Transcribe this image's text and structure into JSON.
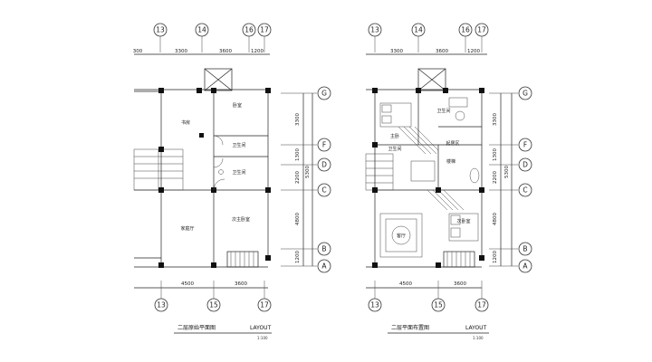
{
  "plans": [
    {
      "top_axes": [
        "13",
        "14",
        "16",
        "17"
      ],
      "top_dims": [
        "300",
        "3300",
        "3600",
        "1200"
      ],
      "bottom_axes": [
        "13",
        "15",
        "17"
      ],
      "bottom_dims": [
        "4500",
        "3600"
      ],
      "rooms": [
        "书房",
        "卧室",
        "卫生间",
        "卫生间",
        "家庭厅",
        "次主卧室"
      ],
      "title": "二层原始平面图",
      "layout_label": "LAYOUT",
      "scale": "1:100"
    },
    {
      "top_axes": [
        "13",
        "14",
        "16",
        "17"
      ],
      "top_dims": [
        "3300",
        "3600",
        "1200"
      ],
      "bottom_axes": [
        "13",
        "15",
        "17"
      ],
      "bottom_dims": [
        "4500",
        "3600"
      ],
      "rooms": [
        "卫生间",
        "主卧",
        "卫生间",
        "起居区",
        "楼梯",
        "客厅",
        "次卧室"
      ],
      "title": "二层平面布置图",
      "layout_label": "LAYOUT",
      "scale": "1:100"
    }
  ],
  "right_axes": [
    "G",
    "F",
    "D",
    "C",
    "B",
    "A"
  ],
  "right_dims": [
    "3300",
    "1300",
    "2200",
    "5300",
    "4800",
    "1200"
  ]
}
